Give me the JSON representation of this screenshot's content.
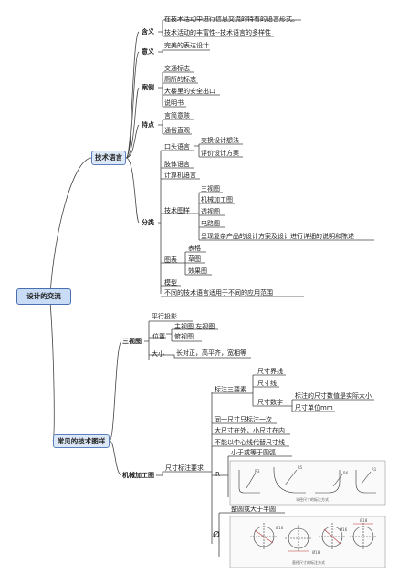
{
  "root": "设计的交流",
  "branch1": {
    "title": "技术语言",
    "hanyi": {
      "label": "含义",
      "items": [
        "在技术活动中进行信息交流的特有的语言形式。",
        "技术活动的丰富性--技术语言的多样性"
      ]
    },
    "yiyi": {
      "label": "意义",
      "items": [
        "完美的表达设计"
      ]
    },
    "anli": {
      "label": "案例",
      "items": [
        "交通标志",
        "厕所的标志",
        "大楼里的安全出口",
        "说明书"
      ]
    },
    "tedian": {
      "label": "特点",
      "items": [
        "言简意赅",
        "通俗直观"
      ]
    },
    "fenlei": {
      "label": "分类",
      "kotou": {
        "label": "口头语言",
        "items": [
          "交换设计想法",
          "评价设计方案"
        ]
      },
      "timian": "肢体语言",
      "jisuanji": "计算机语言",
      "tuyang": {
        "label": "技术图样",
        "items": [
          "三视图",
          "机械加工图",
          "透视图",
          "电路图",
          "呈现复杂产品的设计方案及设计进行详细的说明和陈述"
        ]
      },
      "tubiao": {
        "label": "图表",
        "items": [
          "表格",
          "草图",
          "效果图"
        ]
      },
      "moxing": "模型",
      "note": "不同的技术语言适用于不同的应用范围"
    }
  },
  "branch2": {
    "title": "常见的技术图样",
    "sanshitu": {
      "label": "三视图",
      "touying": "平行投影",
      "weizhi": {
        "label": "位置",
        "items": [
          "主视图 左视图",
          "俯视图"
        ]
      },
      "daxiao": {
        "label": "大小",
        "text": "长对正，高平齐，宽相等"
      }
    },
    "jixie": {
      "label": "机械加工图",
      "yaoqiu": "尺寸标注要求",
      "sanyaosu": {
        "label": "标注三要素",
        "jiexian": "尺寸界线",
        "xian": "尺寸线",
        "shuzi": {
          "label": "尺寸数字",
          "items": [
            "标注的尺寸数值是实际大小",
            "尺寸单位mm"
          ]
        }
      },
      "rules": [
        "同一尺寸只标注一次",
        "大尺寸在外，小尺寸在内",
        "不能以中心线代替尺寸线"
      ],
      "R": {
        "label": "R",
        "note": "小于或等于圆弧",
        "caption": "半径尺寸的标注方式",
        "marks": [
          "R3",
          "R5",
          "R6",
          "R1"
        ]
      },
      "phi": {
        "label": "Ø",
        "note": "整圆或大于半圆",
        "caption": "直径尺寸的标注方式",
        "marks": [
          "Ø16",
          "Ø18",
          "Ø16",
          "Ø18"
        ]
      }
    }
  },
  "colors": {
    "line": "#444444",
    "node_border": "#5b7fbf",
    "node_fill": "#dce8f8",
    "root_fill": "#c9dcf5"
  }
}
